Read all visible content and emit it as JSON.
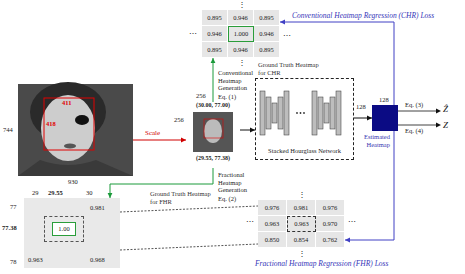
{
  "diagram": {
    "nodes": [
      {
        "text": [
          "0.895",
          "0.946",
          "0.895",
          "0.946",
          "1.000",
          "0.946",
          "0.895",
          "0.946",
          "0.895",
          "Ground Truth Heatmap for CHR"
        ]
      },
      {
        "text": [
          "411",
          "418"
        ]
      },
      {
        "text": [
          "(30.00, 77.00)",
          "(29.55, 77.38)"
        ]
      },
      {
        "text": [
          "Stacked Hourglass Network"
        ]
      },
      {
        "text": [
          "Estimated Heatmap"
        ]
      },
      {
        "text": [
          "0.981",
          "1.00",
          "0.963",
          "0.968"
        ]
      },
      {
        "text": [
          "0.976",
          "0.981",
          "0.976",
          "0.963",
          "0.963",
          "0.970",
          "0.850",
          "0.854",
          "0.762",
          "Ground Truth Heatmap for FHR"
        ]
      }
    ],
    "edges": [
      {
        "from": 1,
        "to": 2,
        "arrow": "to",
        "label": "Scale"
      },
      {
        "from": 2,
        "to": 0,
        "arrow": "to",
        "label": "Eq. (1)"
      },
      {
        "from": 2,
        "to": 5,
        "arrow": "to",
        "label": "Eq. (2)"
      },
      {
        "from": 2,
        "to": 3,
        "arrow": "to"
      },
      {
        "from": 3,
        "to": 4,
        "arrow": "to"
      },
      {
        "from": 4,
        "to": 0,
        "arrow": "to",
        "label": "Conventional Heatmap Regression (CHR) Loss"
      },
      {
        "from": 4,
        "to": 6,
        "arrow": "to",
        "label": "Fractional Heatmap Regression (FHR) Loss"
      },
      {
        "from": 5,
        "to": 6,
        "arrow": "none"
      }
    ],
    "labels": [
      "744",
      "930",
      "256",
      "256",
      "Conventional Heatmap Generation",
      "Fractional Heatmap Generation",
      "128",
      "128",
      "Eq. (3)",
      "Eq. (4)",
      "Ẑ",
      "Z",
      "29",
      "29.55",
      "30",
      "77",
      "77.38",
      "78",
      "⋮",
      "⋮",
      "⋯",
      "⋯",
      "⋮",
      "⋮",
      "⋯",
      "⋯"
    ]
  }
}
